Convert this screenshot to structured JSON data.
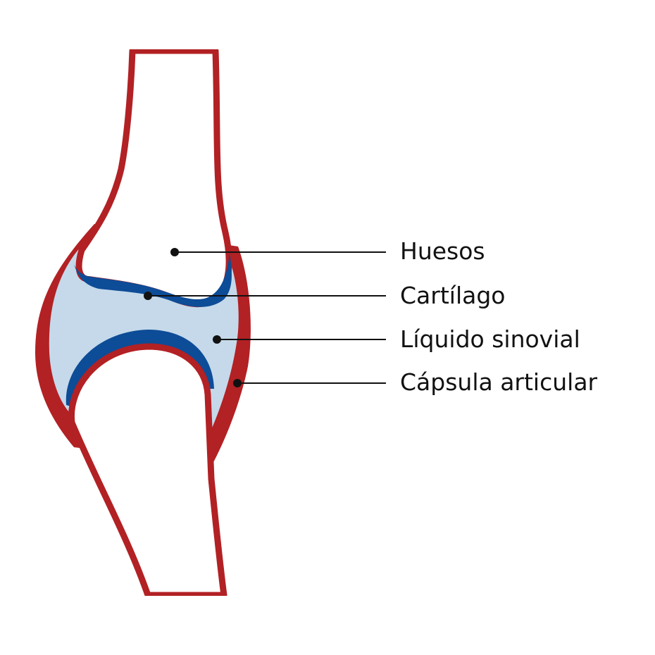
{
  "labels": {
    "bones": "Huesos",
    "cartilage": "Cartílago",
    "synovial_fluid": "Líquido sinovial",
    "joint_capsule": "Cápsula articular"
  },
  "colors": {
    "capsule": "#b22124",
    "cartilage": "#0d4c97",
    "synovial_fluid": "#c5d9ea",
    "bone": "#ffffff",
    "leader": "#111111"
  }
}
